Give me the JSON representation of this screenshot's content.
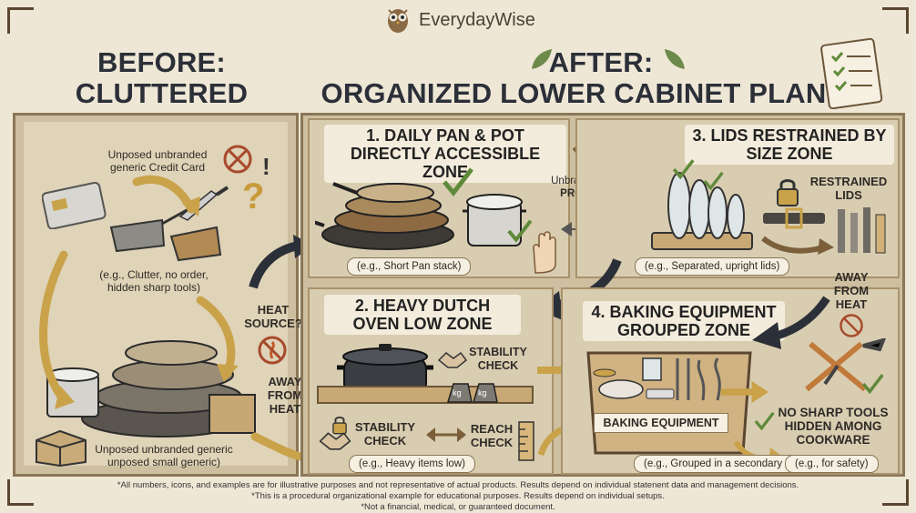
{
  "brand": "EverydayWise",
  "before_title": "BEFORE:",
  "before_subtitle": "CLUTTERED CABINET",
  "after_title": "AFTER:",
  "after_subtitle": "ORGANIZED LOWER CABINET PLAN",
  "before": {
    "credit_card_label": "Unposed unbranded generic Credit Card",
    "clutter_note": "(e.g., Clutter, no order, hidden sharp tools)",
    "heat_source": "HEAT SOURCE?",
    "away_from_heat": "AWAY FROM HEAT",
    "small_generic_label": "Unposed unbranded generic unposed small generic)"
  },
  "zones": {
    "z1": {
      "title": "1. DAILY PAN & POT DIRECTLY ACCESSIBLE ZONE",
      "caption": "(e.g., Short Pan stack)",
      "protectors_pre": "Unbranded ",
      "protectors_bold": "CLEAN PROTECTORS"
    },
    "z2": {
      "title": "2. HEAVY DUTCH OVEN LOW ZONE",
      "caption": "(e.g., Heavy items low)",
      "stability_check": "STABILITY CHECK",
      "stability_check_2": "STABILITY CHECK",
      "reach_check": "REACH CHECK",
      "weight_label": "kg"
    },
    "z3": {
      "title": "3. LIDS RESTRAINED BY SIZE ZONE",
      "caption": "(e.g., Separated, upright lids)",
      "restrained_lids": "RESTRAINED LIDS"
    },
    "z4": {
      "title": "4. BAKING EQUIPMENT GROUPED ZONE",
      "caption": "(e.g., Grouped in a secondary bin)",
      "baking_equipment": "BAKING EQUIPMENT",
      "away_from_heat": "AWAY FROM HEAT",
      "no_sharp_tools": "NO SHARP TOOLS HIDDEN AMONG COOKWARE",
      "safety_caption": "(e.g., for safety)"
    }
  },
  "disclaimers": [
    "*All numbers, icons, and examples are for illustrative purposes and not representative of actual products. Results depend on individual statenent data and management decisions.",
    "*This is a procedural organizational example for educational purposes. Results depend on individual setups.",
    "*Not a financial, medical, or guaranteed document."
  ],
  "colors": {
    "background": "#efe7d6",
    "panel": "#cdbf9f",
    "frame": "#8a7656",
    "check": "#5f8a3a",
    "title": "#2b2f38"
  }
}
